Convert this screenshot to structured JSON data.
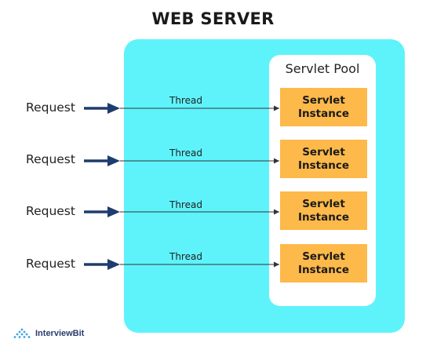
{
  "title": "WEB SERVER",
  "pool": {
    "title": "Servlet Pool"
  },
  "rows": [
    {
      "request": "Request",
      "thread": "Thread",
      "instance_line1": "Servlet",
      "instance_line2": "Instance"
    },
    {
      "request": "Request",
      "thread": "Thread",
      "instance_line1": "Servlet",
      "instance_line2": "Instance"
    },
    {
      "request": "Request",
      "thread": "Thread",
      "instance_line1": "Servlet",
      "instance_line2": "Instance"
    },
    {
      "request": "Request",
      "thread": "Thread",
      "instance_line1": "Servlet",
      "instance_line2": "Instance"
    }
  ],
  "logo": {
    "text": "InterviewBit"
  },
  "colors": {
    "server_bg": "#5ef3fb",
    "pool_bg": "#ffffff",
    "instance_bg": "#fdb94a",
    "request_arrow": "#1f3c6e",
    "thread_line": "#333333"
  }
}
